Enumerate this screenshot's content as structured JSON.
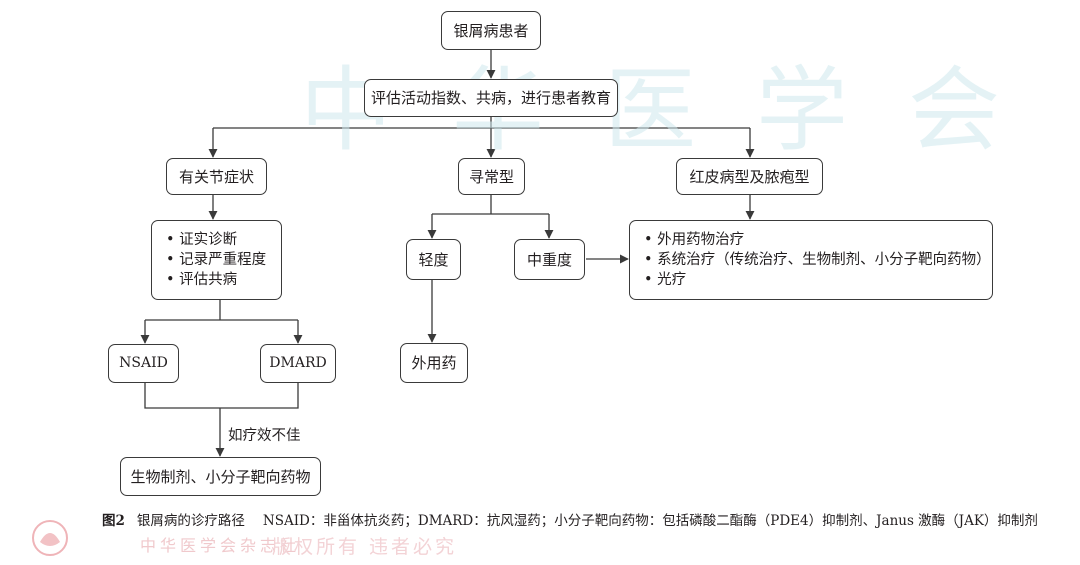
{
  "watermark": {
    "text": "中华医学会"
  },
  "nodes": {
    "patient": "银屑病患者",
    "assess": "评估活动指数、共病，进行患者教育",
    "joint": "有关节症状",
    "common": "寻常型",
    "erythro": "红皮病型及脓疱型",
    "joint_steps": [
      "证实诊断",
      "记录严重程度",
      "评估共病"
    ],
    "mild": "轻度",
    "moderate": "中重度",
    "severe_steps": [
      "外用药物治疗",
      "系统治疗（传统治疗、生物制剂、小分子靶向药物）",
      "光疗"
    ],
    "nsaid": "NSAID",
    "dmard": "DMARD",
    "topical": "外用药",
    "biologics": "生物制剂、小分子靶向药物"
  },
  "edges": {
    "poor_response": "如疗效不佳"
  },
  "caption": {
    "number": "图2",
    "title": "银屑病的诊疗路径",
    "text": "NSAID：非甾体抗炎药；DMARD：抗风湿药；小分子靶向药物：包括磷酸二酯酶（PDE4）抑制剂、Janus 激酶（JAK）抑制剂"
  },
  "publisher": {
    "text1": "中华医学会杂志社",
    "text2": "版权所有 违者必究"
  },
  "colors": {
    "line": "#3a3a3a",
    "watermark": "#cfe9ee",
    "publisher": "#e8a7ac"
  }
}
